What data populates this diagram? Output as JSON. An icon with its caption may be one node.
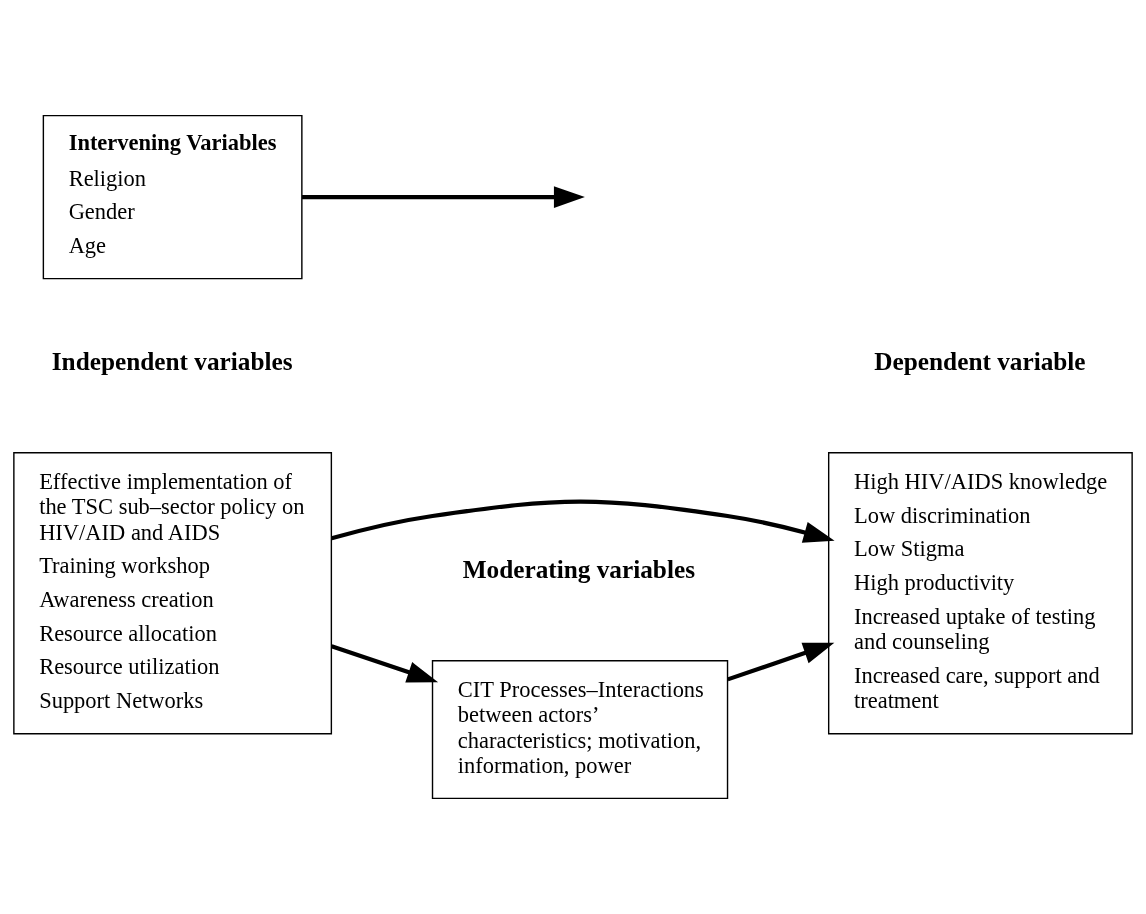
{
  "diagram": {
    "nodes": [
      {
        "text": [
          "Effective implementation of the TSC sub–sector policy on HIV/AID and AIDS",
          "Training workshop",
          "Awareness creation",
          "Resource allocation",
          "Resource utilization",
          "Support Networks"
        ]
      },
      {
        "text": [
          "CIT Processes–Interactions between actors’ characteristics; motivation, information, power"
        ]
      },
      {
        "text": [
          "High HIV/AIDS knowledge",
          "Low discrimination",
          "Low Stigma",
          "High productivity",
          "Increased uptake of testing and counseling",
          "Increased care, support and treatment"
        ]
      },
      {
        "text": [
          "Intervening Variables",
          "Religion",
          "Gender",
          "Age"
        ]
      }
    ],
    "edges": [
      {
        "from": 0,
        "to": 1,
        "arrow": "to"
      },
      {
        "from": 1,
        "to": 2,
        "arrow": "to"
      },
      {
        "from": 0,
        "to": 2,
        "arrow": "to"
      },
      {
        "from": 3,
        "to": null,
        "arrow": "to"
      }
    ],
    "labels": [
      "Moderating variables",
      "Independent variables",
      "Dependent variable"
    ]
  }
}
